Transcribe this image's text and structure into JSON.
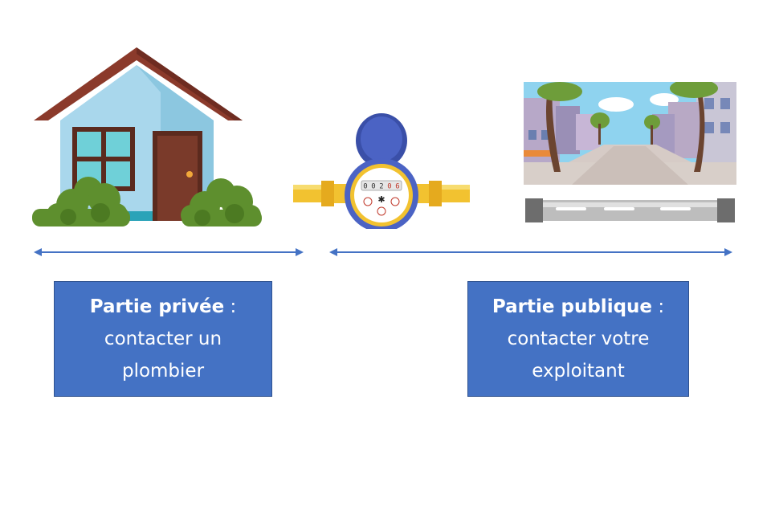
{
  "colors": {
    "accent": "#4472c4",
    "box_border": "#2f528f",
    "text_on_box": "#ffffff"
  },
  "sections": {
    "private": {
      "title": "Partie privée",
      "separator": " :",
      "line1": "contacter un",
      "line2": "plombier"
    },
    "public": {
      "title": "Partie publique",
      "separator": " :",
      "line1": "contacter votre",
      "line2": "exploitant"
    }
  },
  "meter": {
    "digits": [
      "0",
      "0",
      "2",
      "0",
      "6"
    ]
  }
}
